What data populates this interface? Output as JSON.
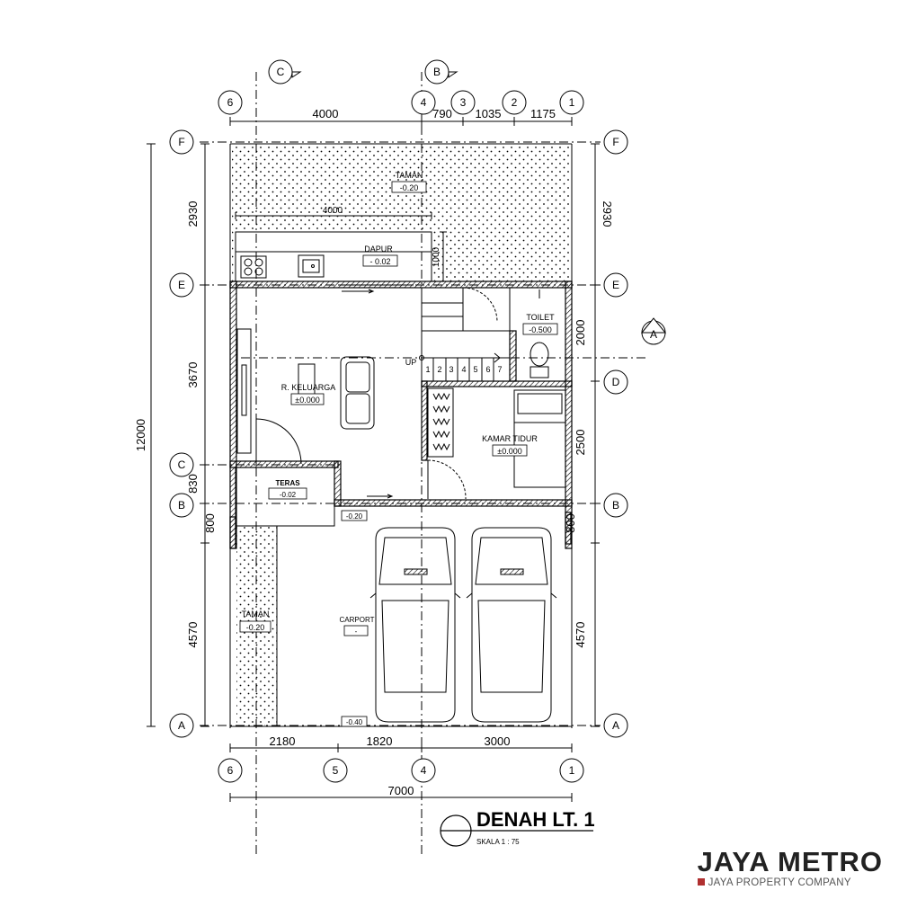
{
  "title": "DENAH LT. 1",
  "scale": "SKALA 1 : 75",
  "brand": {
    "name": "JAYA METRO",
    "tagline": "JAYA PROPERTY COMPANY",
    "accent": "#b03030"
  },
  "grids": {
    "top": [
      "6",
      "4",
      "3",
      "2",
      "1"
    ],
    "bottom": [
      "6",
      "5",
      "4",
      "1"
    ],
    "left": [
      "F",
      "E",
      "C",
      "B",
      "A"
    ],
    "right": [
      "F",
      "E",
      "D",
      "B",
      "A"
    ],
    "sections": [
      "C",
      "B",
      "A"
    ]
  },
  "dimensions": {
    "top": [
      "4000",
      "790",
      "1035",
      "1175"
    ],
    "bottom": [
      "2180",
      "1820",
      "3000"
    ],
    "bottom_total": "7000",
    "left": [
      "2930",
      "3670",
      "830",
      "800",
      "4570"
    ],
    "left_total": "12000",
    "right": [
      "2930",
      "2000",
      "2500",
      "800",
      "4570"
    ],
    "kitchen_width": "4000",
    "kitchen_depth": "1000"
  },
  "rooms": {
    "taman_back": {
      "name": "TAMAN",
      "level": "-0.20"
    },
    "dapur": {
      "name": "DAPUR",
      "level": "- 0.02"
    },
    "keluarga": {
      "name": "R. KELUARGA",
      "level": "±0.000"
    },
    "toilet": {
      "name": "TOILET",
      "level": "-0.500"
    },
    "kamar": {
      "name": "KAMAR TIDUR",
      "level": "±0.000"
    },
    "teras": {
      "name": "TERAS",
      "level": "-0.02"
    },
    "taman_side": {
      "name": "TAMAN",
      "level": "-0.20"
    },
    "carport": {
      "name": "CARPORT",
      "level": "-"
    }
  },
  "levels": {
    "step_mid": "-0.20",
    "carport_front": "-0.40"
  },
  "stair": {
    "up_label": "UP",
    "steps": [
      "1",
      "2",
      "3",
      "4",
      "5",
      "6",
      "7"
    ]
  }
}
